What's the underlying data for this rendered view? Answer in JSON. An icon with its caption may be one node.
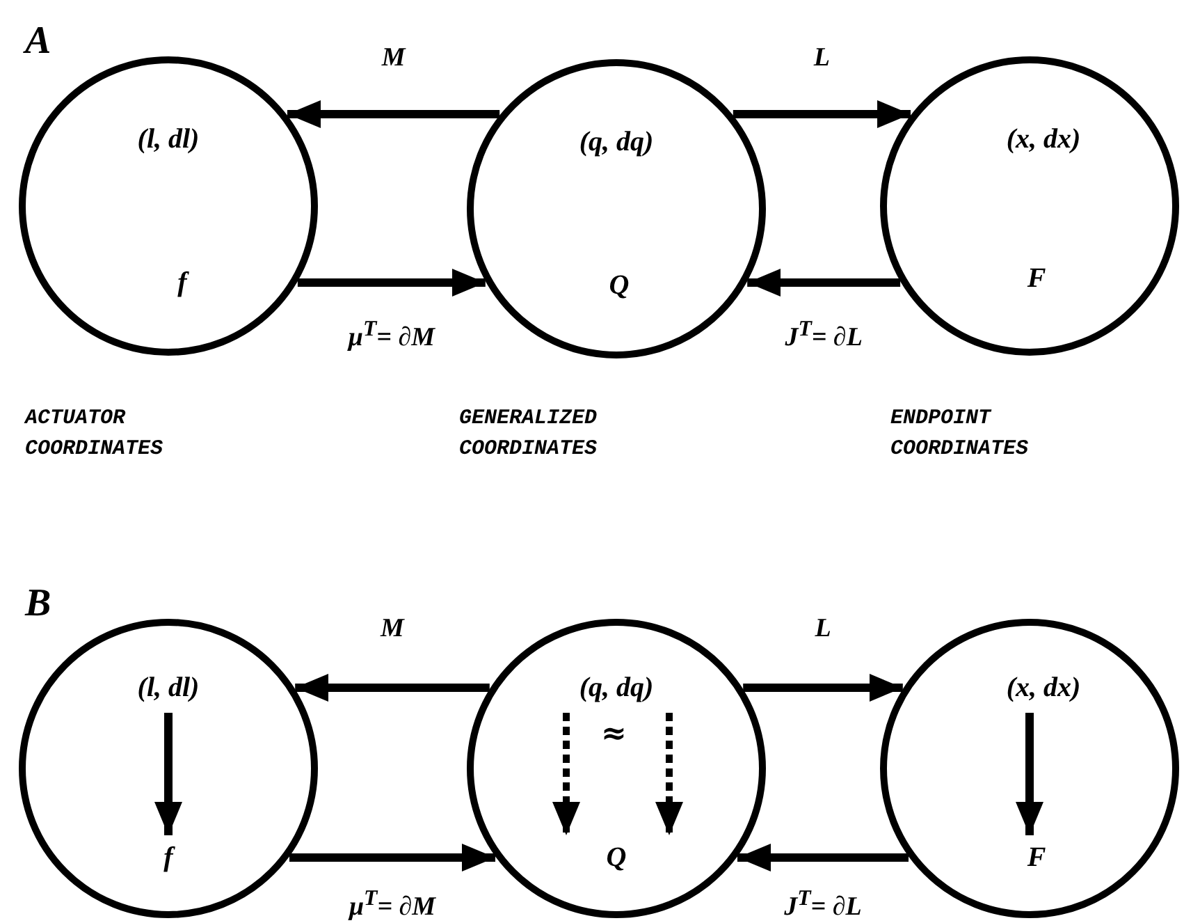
{
  "diagram": {
    "nodes": [
      {
        "text": [],
        "shape": "circle"
      },
      {
        "text": [
          "(l, dl)"
        ],
        "in": 0
      },
      {
        "text": [
          "f"
        ],
        "in": 0
      },
      {
        "text": [],
        "shape": "circle"
      },
      {
        "text": [
          "(q, dq)"
        ],
        "in": 3
      },
      {
        "text": [
          "Q"
        ],
        "in": 3
      },
      {
        "text": [],
        "shape": "circle"
      },
      {
        "text": [
          "(x, dx)"
        ],
        "in": 6
      },
      {
        "text": [
          "F"
        ],
        "in": 6
      },
      {
        "text": [],
        "shape": "circle"
      },
      {
        "text": [
          "(l, dl)"
        ],
        "in": 9
      },
      {
        "text": [
          "f"
        ],
        "in": 9
      },
      {
        "text": [],
        "shape": "circle"
      },
      {
        "text": [
          "(q, dq)"
        ],
        "in": 12
      },
      {
        "text": [
          "Q"
        ],
        "in": 12
      },
      {
        "text": [],
        "shape": "circle"
      },
      {
        "text": [
          "(x, dx)"
        ],
        "in": 15
      },
      {
        "text": [
          "F"
        ],
        "in": 15
      }
    ],
    "edges": [
      {
        "from": 3,
        "to": 0,
        "arrow": "to",
        "label": "M"
      },
      {
        "from": 0,
        "to": 3,
        "arrow": "to",
        "label": "μ$^{T}$= ∂M"
      },
      {
        "from": 3,
        "to": 6,
        "arrow": "to",
        "label": "L"
      },
      {
        "from": 6,
        "to": 3,
        "arrow": "to",
        "label": "J$^{T}$= ∂L"
      },
      {
        "from": 12,
        "to": 9,
        "arrow": "to",
        "label": "M"
      },
      {
        "from": 9,
        "to": 12,
        "arrow": "to",
        "label": "μ$^{T}$= ∂M"
      },
      {
        "from": 12,
        "to": 15,
        "arrow": "to",
        "label": "L"
      },
      {
        "from": 15,
        "to": 12,
        "arrow": "to",
        "label": "J$^{T}$= ∂L"
      },
      {
        "from": 10,
        "to": 11,
        "arrow": "to"
      },
      {
        "from": 13,
        "to": 14,
        "arrow": "to",
        "style": "dashed"
      },
      {
        "from": 13,
        "to": 14,
        "arrow": "to",
        "style": "dashed"
      },
      {
        "from": 16,
        "to": 17,
        "arrow": "to"
      }
    ],
    "labels": [
      "A",
      "ACTUATOR COORDINATES",
      "GENERALIZED COORDINATES",
      "ENDPOINT COORDINATES",
      "B",
      "≈"
    ]
  }
}
